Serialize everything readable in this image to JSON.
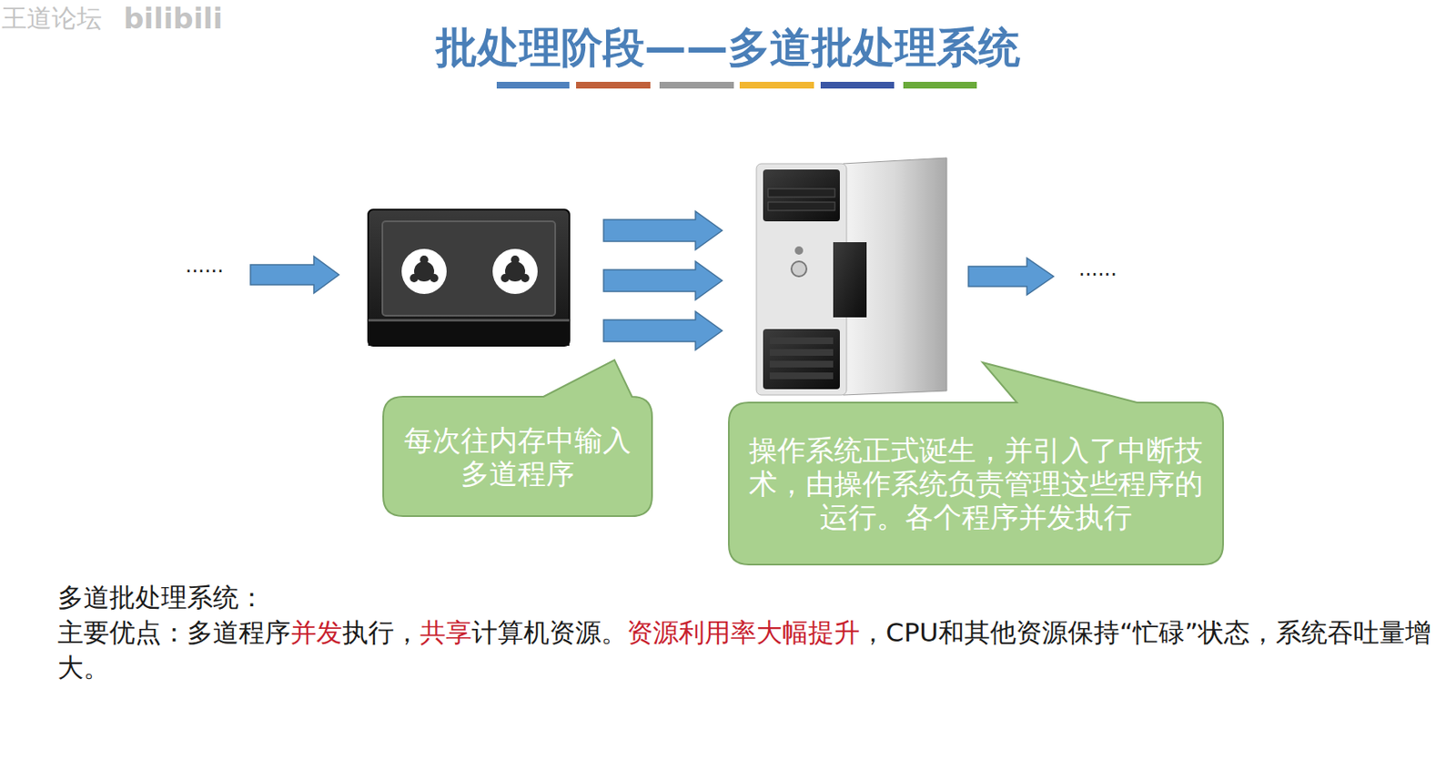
{
  "diagram": {
    "title": "批处理阶段——多道批处理系统",
    "nodes": [
      {
        "text": [
          "每次往内存中输入多道程序"
        ]
      },
      {
        "text": [
          "操作系统正式诞生，并引入了中断技术，由操作系统负责管理这些程序的运行。各个程序并发执行"
        ]
      }
    ],
    "labels": [
      "王道论坛",
      "bilibili",
      "......",
      "......",
      "多道批处理系统：",
      "主要优点：多道程序",
      "并发",
      "执行，",
      "共享",
      "计算机资源。",
      "资源利用率大幅提升",
      "，CPU和其他资源保持“忙碌”状态，系统吞吐量增大。"
    ]
  }
}
